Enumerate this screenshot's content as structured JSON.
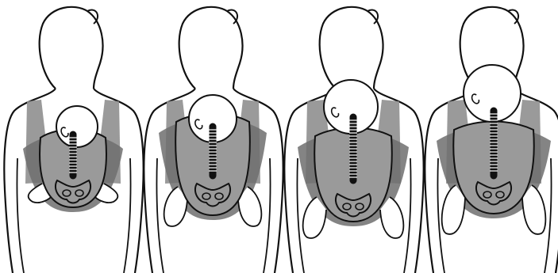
{
  "figure": {
    "panels": [
      {
        "id": "panel-1",
        "stage": 1,
        "baby_size": "newborn",
        "depiction": "parent-back-view-with-carried-baby"
      },
      {
        "id": "panel-2",
        "stage": 2,
        "baby_size": "small-infant",
        "depiction": "parent-back-view-with-carried-baby"
      },
      {
        "id": "panel-3",
        "stage": 3,
        "baby_size": "infant",
        "depiction": "parent-back-view-with-carried-baby"
      },
      {
        "id": "panel-4",
        "stage": 4,
        "baby_size": "older-infant",
        "depiction": "parent-back-view-with-carried-baby"
      }
    ],
    "colors": {
      "line": "#111111",
      "skin": "#ffffff",
      "strap": "#8f8f8f",
      "carrier_dark": "#6e6e6e",
      "carrier_body": "#9a9a9a",
      "background": "#ffffff"
    },
    "icons": [
      "spine-icon",
      "pelvis-icon",
      "baby-head-icon",
      "parent-silhouette-icon"
    ]
  }
}
